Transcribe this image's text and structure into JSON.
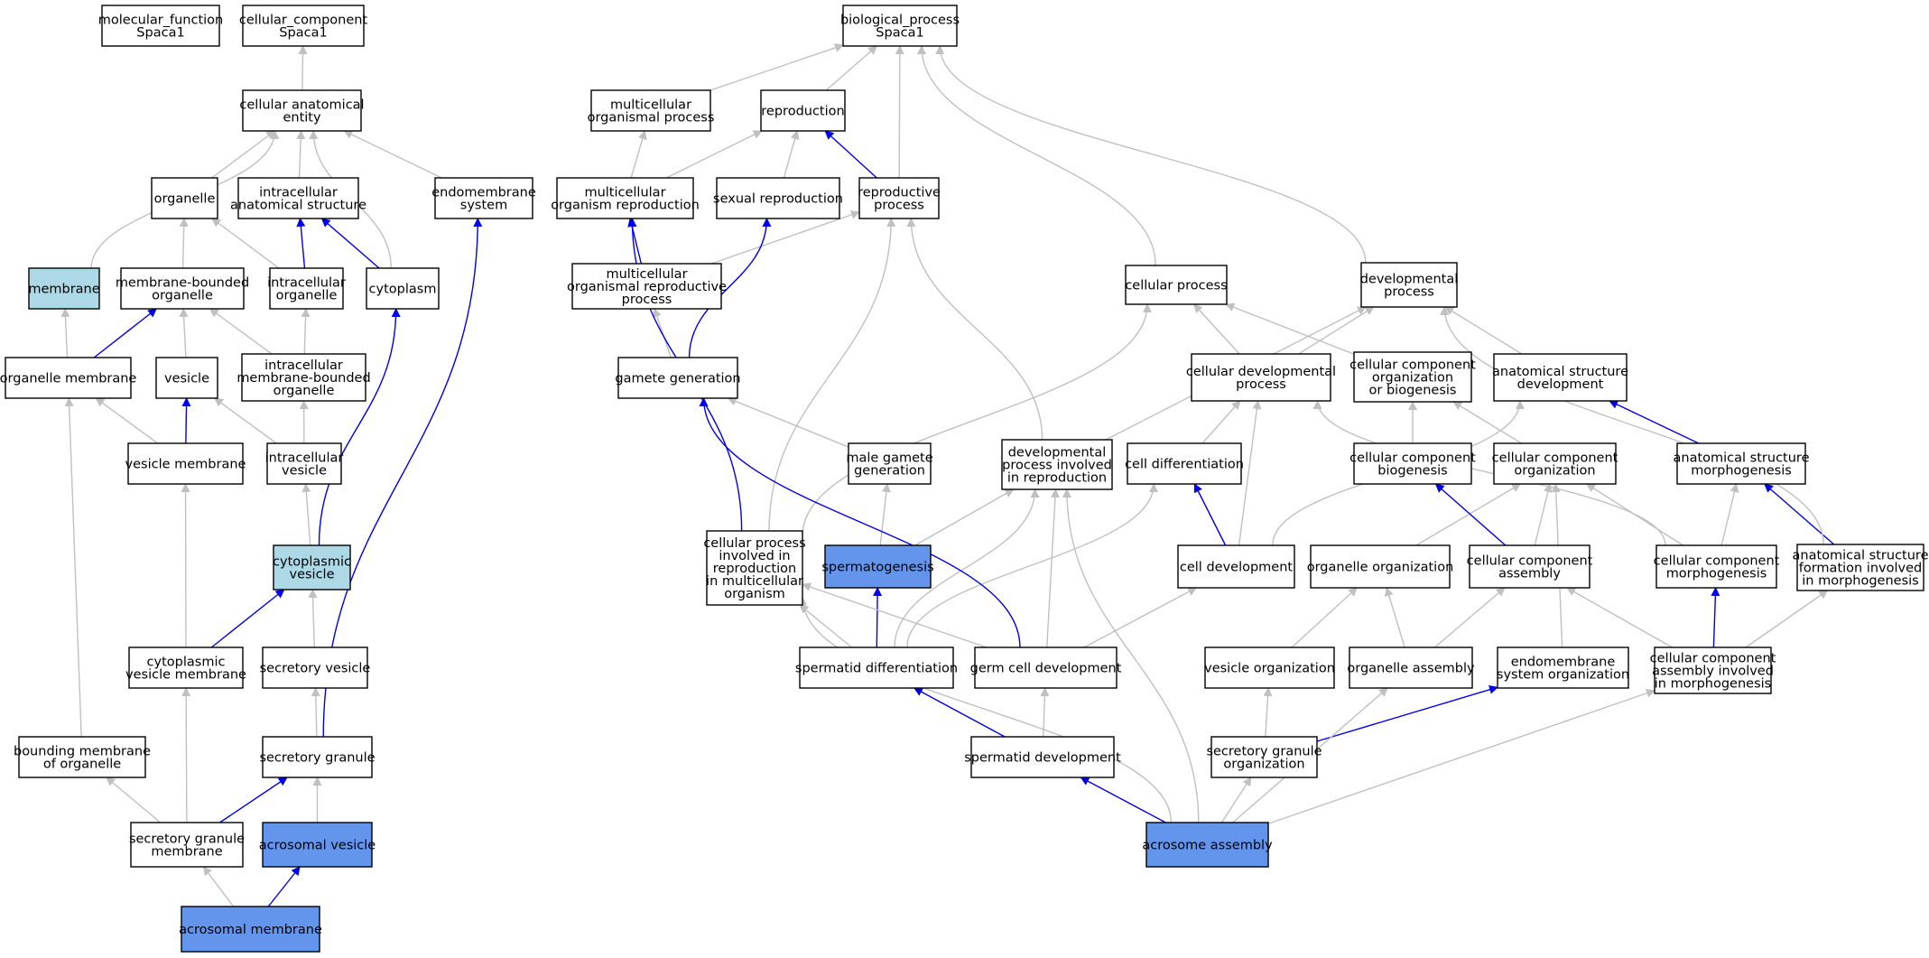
{
  "colors": {
    "node_fill": "#ffffff",
    "node_light": "#add8e6",
    "node_highlight": "#6495ed",
    "edge_gray": "#c0c0c0",
    "edge_blue": "#0000ee"
  },
  "nodes": [
    {
      "id": "mf",
      "lines": [
        "molecular_function",
        "Spaca1"
      ],
      "style": "plain"
    },
    {
      "id": "cc",
      "lines": [
        "cellular_component",
        "Spaca1"
      ],
      "style": "plain"
    },
    {
      "id": "bp",
      "lines": [
        "biological_process",
        "Spaca1"
      ],
      "style": "plain"
    },
    {
      "id": "cae",
      "lines": [
        "cellular anatomical",
        "entity"
      ],
      "style": "plain"
    },
    {
      "id": "org",
      "lines": [
        "organelle"
      ],
      "style": "plain"
    },
    {
      "id": "ias",
      "lines": [
        "intracellular",
        "anatomical structure"
      ],
      "style": "plain"
    },
    {
      "id": "ems",
      "lines": [
        "endomembrane",
        "system"
      ],
      "style": "plain"
    },
    {
      "id": "mem",
      "lines": [
        "membrane"
      ],
      "style": "light"
    },
    {
      "id": "mbo",
      "lines": [
        "membrane-bounded",
        "organelle"
      ],
      "style": "plain"
    },
    {
      "id": "io",
      "lines": [
        "intracellular",
        "organelle"
      ],
      "style": "plain"
    },
    {
      "id": "cyt",
      "lines": [
        "cytoplasm"
      ],
      "style": "plain"
    },
    {
      "id": "om",
      "lines": [
        "organelle membrane"
      ],
      "style": "plain"
    },
    {
      "id": "ves",
      "lines": [
        "vesicle"
      ],
      "style": "plain"
    },
    {
      "id": "imbo",
      "lines": [
        "intracellular",
        "membrane-bounded",
        "organelle"
      ],
      "style": "plain"
    },
    {
      "id": "vm",
      "lines": [
        "vesicle membrane"
      ],
      "style": "plain"
    },
    {
      "id": "iv",
      "lines": [
        "intracellular",
        "vesicle"
      ],
      "style": "plain"
    },
    {
      "id": "cv",
      "lines": [
        "cytoplasmic",
        "vesicle"
      ],
      "style": "light"
    },
    {
      "id": "cvm",
      "lines": [
        "cytoplasmic",
        "vesicle membrane"
      ],
      "style": "plain"
    },
    {
      "id": "sv",
      "lines": [
        "secretory vesicle"
      ],
      "style": "plain"
    },
    {
      "id": "bmo",
      "lines": [
        "bounding membrane",
        "of organelle"
      ],
      "style": "plain"
    },
    {
      "id": "sg",
      "lines": [
        "secretory granule"
      ],
      "style": "plain"
    },
    {
      "id": "sgm",
      "lines": [
        "secretory granule",
        "membrane"
      ],
      "style": "plain"
    },
    {
      "id": "av",
      "lines": [
        "acrosomal vesicle"
      ],
      "style": "highlight"
    },
    {
      "id": "am",
      "lines": [
        "acrosomal membrane"
      ],
      "style": "highlight"
    },
    {
      "id": "mop",
      "lines": [
        "multicellular",
        "organismal process"
      ],
      "style": "plain"
    },
    {
      "id": "rep",
      "lines": [
        "reproduction"
      ],
      "style": "plain"
    },
    {
      "id": "mor",
      "lines": [
        "multicellular",
        "organism reproduction"
      ],
      "style": "plain"
    },
    {
      "id": "sr",
      "lines": [
        "sexual reproduction"
      ],
      "style": "plain"
    },
    {
      "id": "rp",
      "lines": [
        "reproductive",
        "process"
      ],
      "style": "plain"
    },
    {
      "id": "morp",
      "lines": [
        "multicellular",
        "organismal reproductive",
        "process"
      ],
      "style": "plain"
    },
    {
      "id": "cp",
      "lines": [
        "cellular process"
      ],
      "style": "plain"
    },
    {
      "id": "dp",
      "lines": [
        "developmental",
        "process"
      ],
      "style": "plain"
    },
    {
      "id": "gg",
      "lines": [
        "gamete generation"
      ],
      "style": "plain"
    },
    {
      "id": "cdp",
      "lines": [
        "cellular developmental",
        "process"
      ],
      "style": "plain"
    },
    {
      "id": "ccob",
      "lines": [
        "cellular component",
        "organization",
        "or biogenesis"
      ],
      "style": "plain"
    },
    {
      "id": "asd",
      "lines": [
        "anatomical structure",
        "development"
      ],
      "style": "plain"
    },
    {
      "id": "mgg",
      "lines": [
        "male gamete",
        "generation"
      ],
      "style": "plain"
    },
    {
      "id": "dpir",
      "lines": [
        "developmental",
        "process involved",
        "in reproduction"
      ],
      "style": "plain"
    },
    {
      "id": "cd",
      "lines": [
        "cell differentiation"
      ],
      "style": "plain"
    },
    {
      "id": "ccb",
      "lines": [
        "cellular component",
        "biogenesis"
      ],
      "style": "plain"
    },
    {
      "id": "cco",
      "lines": [
        "cellular component",
        "organization"
      ],
      "style": "plain"
    },
    {
      "id": "asm",
      "lines": [
        "anatomical structure",
        "morphogenesis"
      ],
      "style": "plain"
    },
    {
      "id": "cpir",
      "lines": [
        "cellular process",
        "involved in",
        "reproduction",
        "in multicellular",
        "organism"
      ],
      "style": "plain"
    },
    {
      "id": "spg",
      "lines": [
        "spermatogenesis"
      ],
      "style": "highlight"
    },
    {
      "id": "cdev",
      "lines": [
        "cell development"
      ],
      "style": "plain"
    },
    {
      "id": "oo",
      "lines": [
        "organelle organization"
      ],
      "style": "plain"
    },
    {
      "id": "cca",
      "lines": [
        "cellular component",
        "assembly"
      ],
      "style": "plain"
    },
    {
      "id": "ccm",
      "lines": [
        "cellular component",
        "morphogenesis"
      ],
      "style": "plain"
    },
    {
      "id": "asfm",
      "lines": [
        "anatomical structure",
        "formation involved",
        "in morphogenesis"
      ],
      "style": "plain"
    },
    {
      "id": "sd",
      "lines": [
        "spermatid differentiation"
      ],
      "style": "plain"
    },
    {
      "id": "gcd",
      "lines": [
        "germ cell development"
      ],
      "style": "plain"
    },
    {
      "id": "vo",
      "lines": [
        "vesicle organization"
      ],
      "style": "plain"
    },
    {
      "id": "oa",
      "lines": [
        "organelle assembly"
      ],
      "style": "plain"
    },
    {
      "id": "eso",
      "lines": [
        "endomembrane",
        "system organization"
      ],
      "style": "plain"
    },
    {
      "id": "ccaim",
      "lines": [
        "cellular component",
        "assembly involved",
        "in morphogenesis"
      ],
      "style": "plain"
    },
    {
      "id": "sdev",
      "lines": [
        "spermatid development"
      ],
      "style": "plain"
    },
    {
      "id": "sgo",
      "lines": [
        "secretory granule",
        "organization"
      ],
      "style": "plain"
    },
    {
      "id": "aa",
      "lines": [
        "acrosome assembly"
      ],
      "style": "highlight"
    }
  ],
  "edges": [
    {
      "from": "cae",
      "to": "cc",
      "color": "gray"
    },
    {
      "from": "org",
      "to": "cae",
      "color": "gray"
    },
    {
      "from": "ias",
      "to": "cae",
      "color": "gray"
    },
    {
      "from": "ems",
      "to": "cae",
      "color": "gray"
    },
    {
      "from": "mem",
      "to": "cae",
      "color": "gray"
    },
    {
      "from": "cyt",
      "to": "cae",
      "color": "gray"
    },
    {
      "from": "mbo",
      "to": "org",
      "color": "gray"
    },
    {
      "from": "io",
      "to": "org",
      "color": "gray"
    },
    {
      "from": "io",
      "to": "ias",
      "color": "blue"
    },
    {
      "from": "cyt",
      "to": "ias",
      "color": "blue"
    },
    {
      "from": "om",
      "to": "mem",
      "color": "gray"
    },
    {
      "from": "om",
      "to": "mbo",
      "color": "blue"
    },
    {
      "from": "ves",
      "to": "mbo",
      "color": "gray"
    },
    {
      "from": "imbo",
      "to": "mbo",
      "color": "gray"
    },
    {
      "from": "imbo",
      "to": "io",
      "color": "gray"
    },
    {
      "from": "vm",
      "to": "om",
      "color": "gray"
    },
    {
      "from": "vm",
      "to": "ves",
      "color": "blue"
    },
    {
      "from": "iv",
      "to": "ves",
      "color": "gray"
    },
    {
      "from": "iv",
      "to": "imbo",
      "color": "gray"
    },
    {
      "from": "cv",
      "to": "iv",
      "color": "gray"
    },
    {
      "from": "cv",
      "to": "cyt",
      "color": "blue"
    },
    {
      "from": "cvm",
      "to": "vm",
      "color": "gray"
    },
    {
      "from": "cvm",
      "to": "cv",
      "color": "blue"
    },
    {
      "from": "sv",
      "to": "cv",
      "color": "gray"
    },
    {
      "from": "bmo",
      "to": "om",
      "color": "gray"
    },
    {
      "from": "sg",
      "to": "sv",
      "color": "gray"
    },
    {
      "from": "sg",
      "to": "ems",
      "color": "blue"
    },
    {
      "from": "sgm",
      "to": "bmo",
      "color": "gray"
    },
    {
      "from": "sgm",
      "to": "cvm",
      "color": "gray"
    },
    {
      "from": "sgm",
      "to": "sg",
      "color": "blue"
    },
    {
      "from": "av",
      "to": "sg",
      "color": "gray"
    },
    {
      "from": "am",
      "to": "sgm",
      "color": "gray"
    },
    {
      "from": "am",
      "to": "av",
      "color": "blue"
    },
    {
      "from": "mop",
      "to": "bp",
      "color": "gray"
    },
    {
      "from": "rep",
      "to": "bp",
      "color": "gray"
    },
    {
      "from": "rp",
      "to": "bp",
      "color": "gray"
    },
    {
      "from": "cp",
      "to": "bp",
      "color": "gray"
    },
    {
      "from": "dp",
      "to": "bp",
      "color": "gray"
    },
    {
      "from": "mor",
      "to": "mop",
      "color": "gray"
    },
    {
      "from": "mor",
      "to": "rep",
      "color": "gray"
    },
    {
      "from": "sr",
      "to": "rep",
      "color": "gray"
    },
    {
      "from": "rp",
      "to": "rep",
      "color": "blue"
    },
    {
      "from": "morp",
      "to": "mor",
      "color": "blue"
    },
    {
      "from": "morp",
      "to": "rp",
      "color": "gray"
    },
    {
      "from": "gg",
      "to": "sr",
      "color": "blue"
    },
    {
      "from": "gg",
      "to": "morp",
      "color": "gray"
    },
    {
      "from": "cdp",
      "to": "cp",
      "color": "gray"
    },
    {
      "from": "cdp",
      "to": "dp",
      "color": "gray"
    },
    {
      "from": "ccob",
      "to": "cp",
      "color": "gray"
    },
    {
      "from": "asd",
      "to": "dp",
      "color": "gray"
    },
    {
      "from": "mgg",
      "to": "gg",
      "color": "gray"
    },
    {
      "from": "dpir",
      "to": "rp",
      "color": "gray"
    },
    {
      "from": "dpir",
      "to": "dp",
      "color": "gray"
    },
    {
      "from": "cd",
      "to": "cdp",
      "color": "gray"
    },
    {
      "from": "ccb",
      "to": "ccob",
      "color": "gray"
    },
    {
      "from": "cco",
      "to": "ccob",
      "color": "gray"
    },
    {
      "from": "asm",
      "to": "asd",
      "color": "blue"
    },
    {
      "from": "cpir",
      "to": "mor",
      "color": "blue"
    },
    {
      "from": "cpir",
      "to": "rp",
      "color": "gray"
    },
    {
      "from": "cpir",
      "to": "cp",
      "color": "gray"
    },
    {
      "from": "spg",
      "to": "mgg",
      "color": "gray"
    },
    {
      "from": "spg",
      "to": "dpir",
      "color": "gray"
    },
    {
      "from": "cdev",
      "to": "cd",
      "color": "blue"
    },
    {
      "from": "cdev",
      "to": "asd",
      "color": "gray"
    },
    {
      "from": "cdev",
      "to": "cdp",
      "color": "gray"
    },
    {
      "from": "oo",
      "to": "cco",
      "color": "gray"
    },
    {
      "from": "cca",
      "to": "ccb",
      "color": "blue"
    },
    {
      "from": "cca",
      "to": "cco",
      "color": "gray"
    },
    {
      "from": "ccm",
      "to": "cco",
      "color": "gray"
    },
    {
      "from": "ccm",
      "to": "asm",
      "color": "gray"
    },
    {
      "from": "ccm",
      "to": "cdp",
      "color": "gray"
    },
    {
      "from": "asfm",
      "to": "asm",
      "color": "blue"
    },
    {
      "from": "asfm",
      "to": "dp",
      "color": "gray"
    },
    {
      "from": "sd",
      "to": "spg",
      "color": "blue"
    },
    {
      "from": "sd",
      "to": "cpir",
      "color": "gray"
    },
    {
      "from": "sd",
      "to": "dpir",
      "color": "gray"
    },
    {
      "from": "sd",
      "to": "cd",
      "color": "gray"
    },
    {
      "from": "gcd",
      "to": "gg",
      "color": "blue"
    },
    {
      "from": "gcd",
      "to": "cpir",
      "color": "gray"
    },
    {
      "from": "gcd",
      "to": "dpir",
      "color": "gray"
    },
    {
      "from": "gcd",
      "to": "cdev",
      "color": "gray"
    },
    {
      "from": "vo",
      "to": "oo",
      "color": "gray"
    },
    {
      "from": "oa",
      "to": "oo",
      "color": "gray"
    },
    {
      "from": "oa",
      "to": "cca",
      "color": "gray"
    },
    {
      "from": "eso",
      "to": "cco",
      "color": "gray"
    },
    {
      "from": "ccaim",
      "to": "ccm",
      "color": "blue"
    },
    {
      "from": "ccaim",
      "to": "cca",
      "color": "gray"
    },
    {
      "from": "ccaim",
      "to": "asfm",
      "color": "gray"
    },
    {
      "from": "sdev",
      "to": "sd",
      "color": "blue"
    },
    {
      "from": "sdev",
      "to": "gcd",
      "color": "gray"
    },
    {
      "from": "sgo",
      "to": "vo",
      "color": "gray"
    },
    {
      "from": "sgo",
      "to": "eso",
      "color": "blue"
    },
    {
      "from": "aa",
      "to": "sdev",
      "color": "blue"
    },
    {
      "from": "aa",
      "to": "sgo",
      "color": "gray"
    },
    {
      "from": "aa",
      "to": "oa",
      "color": "gray"
    },
    {
      "from": "aa",
      "to": "ccaim",
      "color": "gray"
    },
    {
      "from": "aa",
      "to": "cpir",
      "color": "gray"
    },
    {
      "from": "aa",
      "to": "dpir",
      "color": "gray"
    }
  ]
}
